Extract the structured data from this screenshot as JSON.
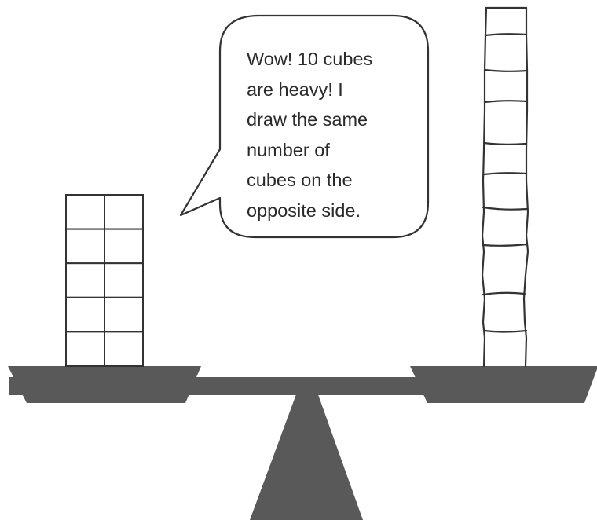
{
  "speech_bubble": {
    "lines": [
      "Wow!  10 cubes",
      "are heavy!  I",
      "draw the same",
      "number of",
      "cubes on the",
      "opposite side."
    ]
  },
  "left_pan": {
    "cube_columns": 2,
    "cube_rows": 5
  },
  "right_pan": {
    "cube_count": 10
  },
  "colors": {
    "scale": "#595959",
    "ink": "#333333",
    "bubble_fill": "#ffffff"
  }
}
